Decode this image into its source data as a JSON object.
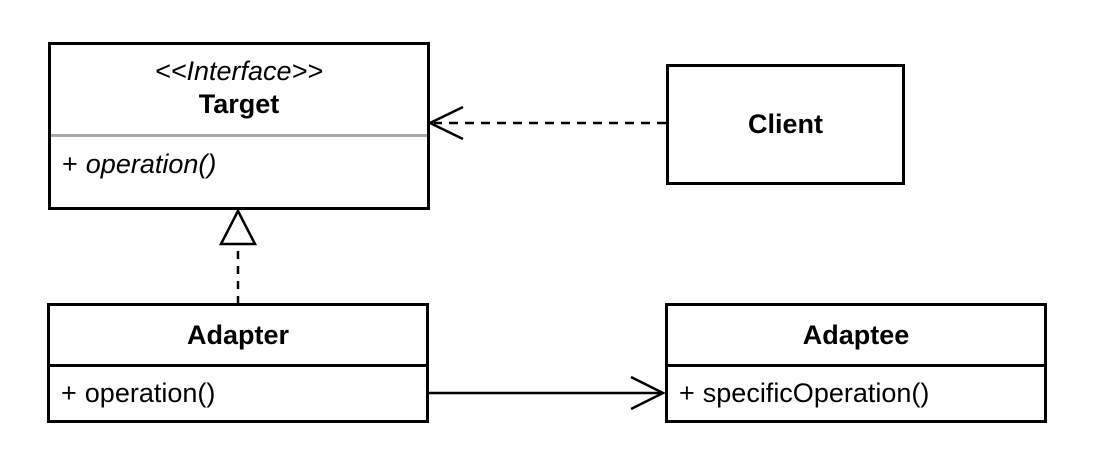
{
  "background_color": "#ffffff",
  "line_color": "#000000",
  "interface_separator_color": "#a9a9a9",
  "classes": {
    "target": {
      "stereotype": "<<Interface>>",
      "name": "Target",
      "member_sign": "+",
      "member": "operation()"
    },
    "client": {
      "name": "Client"
    },
    "adapter": {
      "name": "Adapter",
      "member_sign": "+",
      "member": "operation()"
    },
    "adaptee": {
      "name": "Adaptee",
      "member_sign": "+",
      "member": "specificOperation()"
    }
  },
  "relationships": [
    {
      "from": "Client",
      "to": "Target",
      "type": "dependency",
      "line_style": "dashed",
      "arrowhead": "open"
    },
    {
      "from": "Adapter",
      "to": "Target",
      "type": "realization",
      "line_style": "dashed",
      "arrowhead": "hollow-triangle"
    },
    {
      "from": "Adapter",
      "to": "Adaptee",
      "type": "association",
      "line_style": "solid",
      "arrowhead": "open"
    }
  ]
}
